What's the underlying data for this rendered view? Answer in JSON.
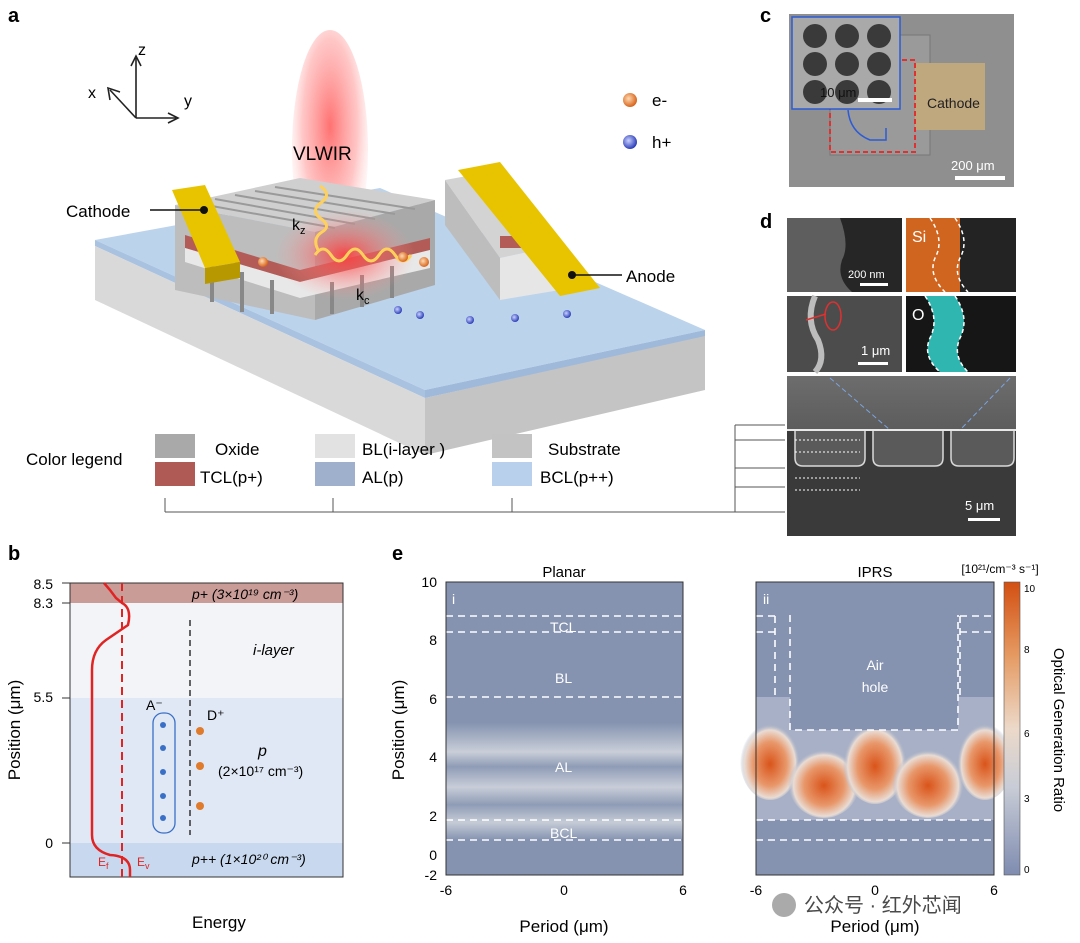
{
  "panels": {
    "a": "a",
    "b": "b",
    "c": "c",
    "d": "d",
    "e": "e"
  },
  "panel_a": {
    "axes": {
      "x": "x",
      "y": "y",
      "z": "z"
    },
    "beam_label": "VLWIR",
    "kz": "k",
    "kz_sub": "z",
    "kc": "k",
    "kc_sub": "c",
    "cathode": "Cathode",
    "anode": "Anode",
    "carriers": [
      {
        "label": "e-",
        "color": "#e07b2c"
      },
      {
        "label": "h+",
        "color": "#3a4fc4"
      }
    ],
    "legend_title": "Color legend",
    "legend": [
      {
        "label": "Oxide",
        "color": "#a9a9a9"
      },
      {
        "label": "BL(i-layer )",
        "color": "#e2e2e2"
      },
      {
        "label": "Substrate",
        "color": "#c3c3c3"
      },
      {
        "label": "TCL(p+)",
        "color": "#b05a55"
      },
      {
        "label": "AL(p)",
        "color": "#9eb0cc"
      },
      {
        "label": "BCL(p++)",
        "color": "#b8d0ec"
      }
    ]
  },
  "panel_b": {
    "ylabel": "Position (μm)",
    "xlabel": "Energy",
    "yticks": [
      "8.5",
      "8.3",
      "5.5",
      "0"
    ],
    "layers": {
      "top": "p+ (3×10¹⁹ cm⁻³)",
      "i": "i-layer",
      "p": "p",
      "p_conc": "(2×10¹⁷ cm⁻³)",
      "bottom": "p++ (1×10²⁰ cm⁻³)"
    },
    "acceptor": "A⁻",
    "donor": "D⁺",
    "ef": "E",
    "ef_sub": "f",
    "ev": "E",
    "ev_sub": "v"
  },
  "panel_c": {
    "cathode": "Cathode",
    "scale_inset": "10 μm",
    "scale": "200 μm"
  },
  "panel_d": {
    "si": "Si",
    "o": "O",
    "s1": "200 nm",
    "s2": "1 μm",
    "s3": "5 μm"
  },
  "panel_e": {
    "title_left": "Planar",
    "title_right": "IPRS",
    "idx_left": "i",
    "idx_right": "ii",
    "ylabel": "Position (μm)",
    "xlabel": "Period (μm)",
    "yticks": [
      "10",
      "8",
      "6",
      "4",
      "2",
      "0",
      "-2"
    ],
    "xticks": [
      "-6",
      "0",
      "6"
    ],
    "layers": [
      "TCL",
      "BL",
      "AL",
      "BCL"
    ],
    "hole": [
      "Air",
      "hole"
    ],
    "cb_title": "[10²¹/cm⁻³ s⁻¹]",
    "cb_label": "Optical Generation Ratio",
    "cb_ticks": [
      "10",
      "8",
      "6",
      "3",
      "0"
    ]
  },
  "watermark": "公众号 · 红外芯闻",
  "colors": {
    "accent": "#e4261f",
    "gold": "#e8c400",
    "field": "#8593b0",
    "hot": "#d95a1c"
  }
}
